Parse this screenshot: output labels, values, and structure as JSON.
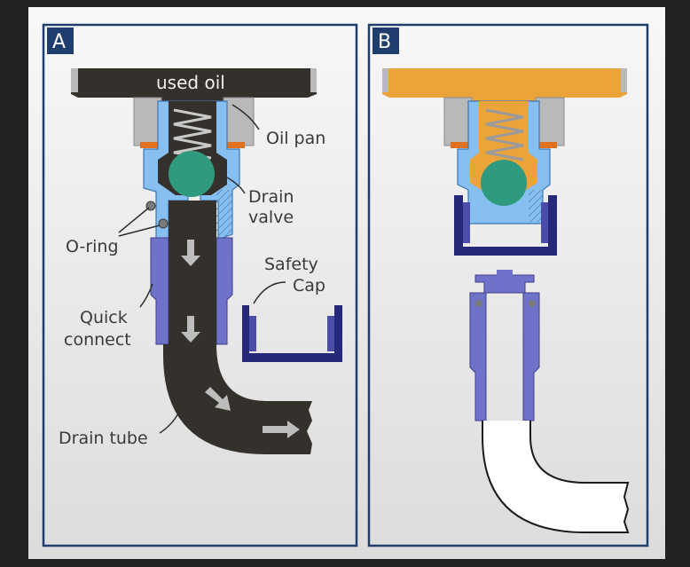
{
  "panels": {
    "a": {
      "letter": "A"
    },
    "b": {
      "letter": "B"
    }
  },
  "labels": {
    "used_oil": "used oil",
    "oil_pan": "Oil pan",
    "drain_valve_line1": "Drain",
    "drain_valve_line2": "valve",
    "o_ring": "O-ring",
    "safety_cap_line1": "Safety",
    "safety_cap_line2": "Cap",
    "quick_connect_line1": "Quick",
    "quick_connect_line2": "connect",
    "drain_tube": "Drain tube"
  },
  "colors": {
    "frame_border": "#1f3e6e",
    "oil_used": "#34302c",
    "oil_fresh": "#eba43a",
    "pan_gray": "#b9b9b9",
    "valve_blue": "#86bff0",
    "ball_green": "#2f9a7e",
    "connector_purple": "#6e72c8",
    "cap_navy": "#26297a",
    "gasket_orange": "#e0711f"
  }
}
